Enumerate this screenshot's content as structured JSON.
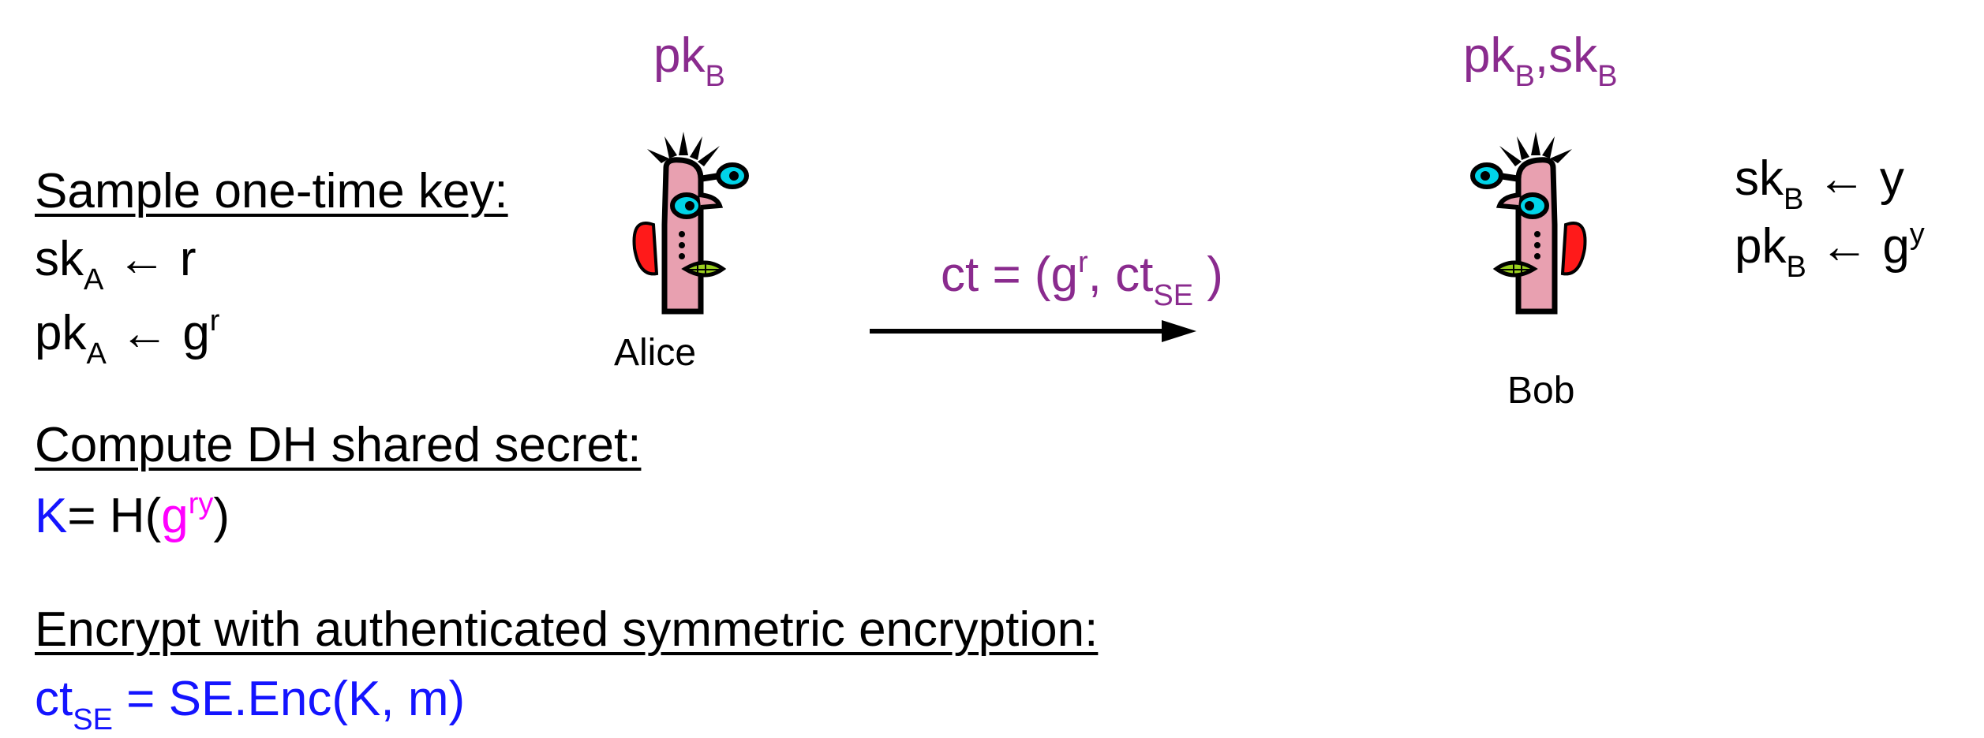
{
  "colors": {
    "purple": "#8a2b8e",
    "blue": "#1414ff",
    "magenta": "#ff00ff",
    "black": "#000000"
  },
  "alice": {
    "name": "Alice",
    "knows": {
      "base": "pk",
      "sub": "B"
    },
    "icon": "person-icon"
  },
  "bob": {
    "name": "Bob",
    "knows": {
      "pk": "pk",
      "pk_sub": "B",
      "comma": ",",
      "sk": "sk",
      "sk_sub": "B"
    },
    "keys": {
      "sk": {
        "base": "sk",
        "sub": "B",
        "arrow": "←",
        "val": "y"
      },
      "pk": {
        "base": "pk",
        "sub": "B",
        "arrow": "←",
        "val": "g",
        "val_sup": "y"
      }
    },
    "icon": "person-icon"
  },
  "message": {
    "prefix": "ct = (g",
    "sup": "r",
    "middle": ", ct",
    "sub": "SE",
    "suffix": " )"
  },
  "sections": {
    "sample": {
      "heading": "Sample one-time key:",
      "sk": {
        "base": "sk",
        "sub": "A",
        "arrow": "←",
        "val": "r"
      },
      "pk": {
        "base": "pk",
        "sub": "A",
        "arrow": "←",
        "val": "g",
        "val_sup": "r"
      }
    },
    "compute": {
      "heading": "Compute DH shared secret:",
      "k": "K",
      "eq": "= H(",
      "g": "g",
      "g_sup": "ry",
      "close": ")"
    },
    "encrypt": {
      "heading": "Encrypt with authenticated symmetric encryption:",
      "ct": "ct",
      "ct_sub": "SE",
      "rhs": " = SE.Enc(K, m)"
    }
  }
}
